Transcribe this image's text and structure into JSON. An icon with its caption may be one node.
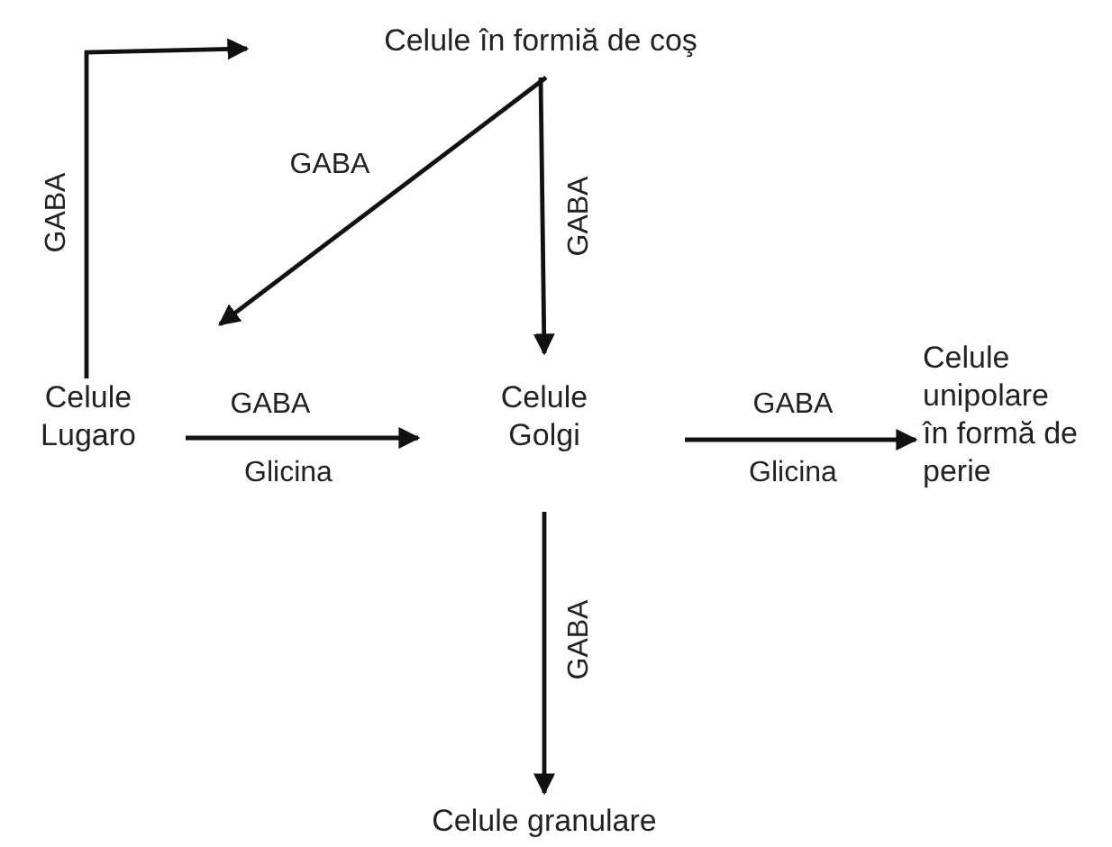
{
  "diagram": {
    "nodes": [
      {
        "text": [
          "Celule în formiă de coş"
        ]
      },
      {
        "text": [
          "Celule Lugaro"
        ]
      },
      {
        "text": [
          "Celule Golgi"
        ]
      },
      {
        "text": [
          "Celule unipolare în formă de perie"
        ]
      },
      {
        "text": [
          "Celule granulare"
        ]
      }
    ],
    "edges": [
      {
        "from": 1,
        "to": 0,
        "arrow": "to",
        "label": "GABA"
      },
      {
        "from": 0,
        "to": 1,
        "arrow": "to",
        "label": "GABA"
      },
      {
        "from": 0,
        "to": 2,
        "arrow": "to",
        "label": "GABA"
      },
      {
        "from": 1,
        "to": 2,
        "arrow": "to",
        "label": "GABA"
      },
      {
        "from": 2,
        "to": 3,
        "arrow": "to",
        "label": "GABA"
      },
      {
        "from": 2,
        "to": 4,
        "arrow": "to",
        "label": "GABA"
      }
    ],
    "labels": [
      "Glicina",
      "Glicina"
    ]
  }
}
